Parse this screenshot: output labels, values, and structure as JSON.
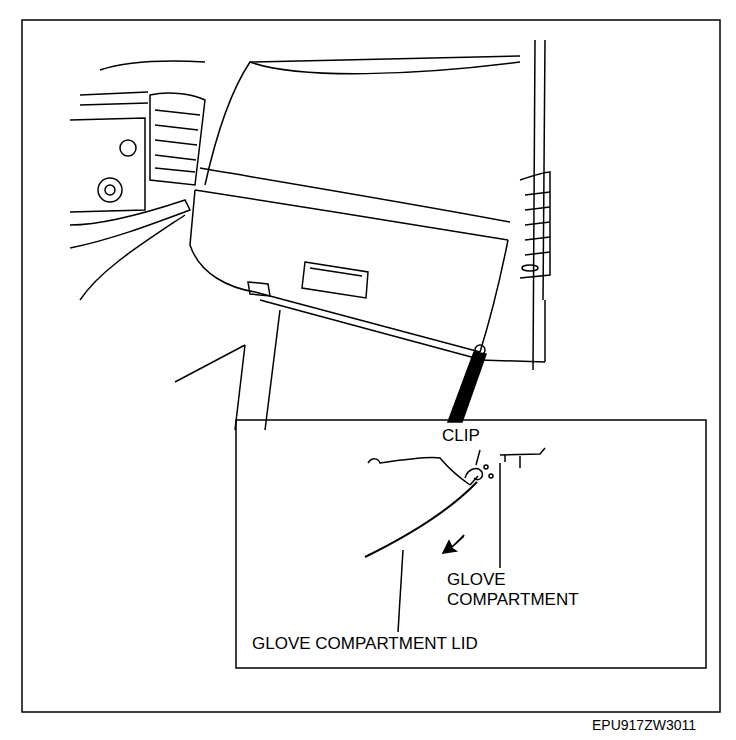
{
  "diagram": {
    "labels": [
      "CLIP",
      "GLOVE COMPARTMENT",
      "GLOVE COMPARTMENT LID",
      "EPU917ZW3011"
    ]
  }
}
